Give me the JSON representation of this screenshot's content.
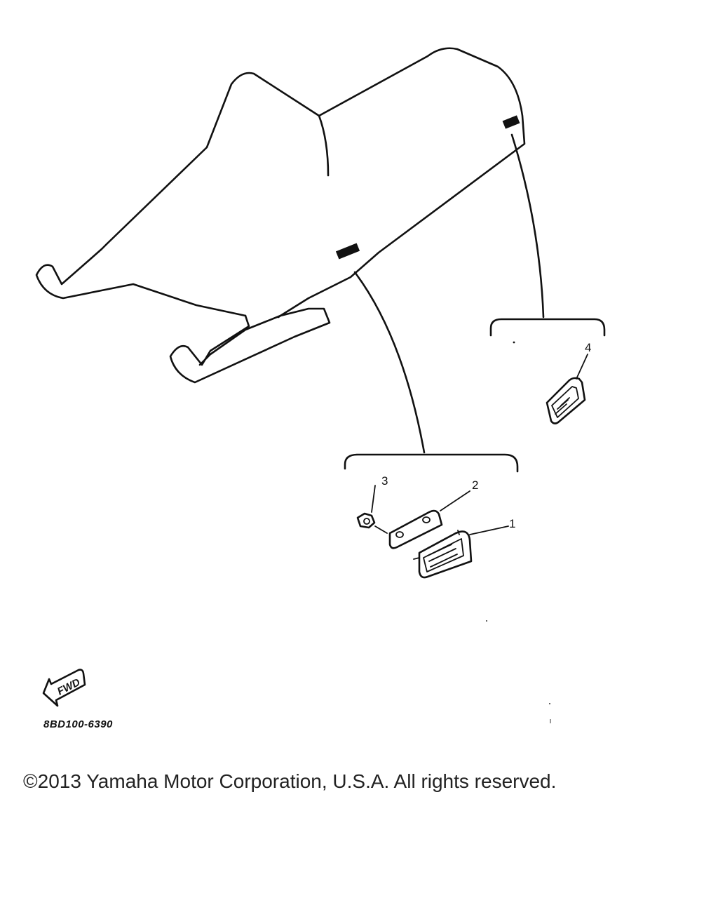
{
  "diagram": {
    "callouts": [
      {
        "id": "1",
        "label": "1"
      },
      {
        "id": "2",
        "label": "2"
      },
      {
        "id": "3",
        "label": "3"
      },
      {
        "id": "4",
        "label": "4"
      }
    ],
    "fwd_arrow_label": "FWD",
    "part_number": "8BD100-6390"
  },
  "footer": {
    "copyright": "©2013 Yamaha Motor Corporation, U.S.A. All rights reserved."
  }
}
